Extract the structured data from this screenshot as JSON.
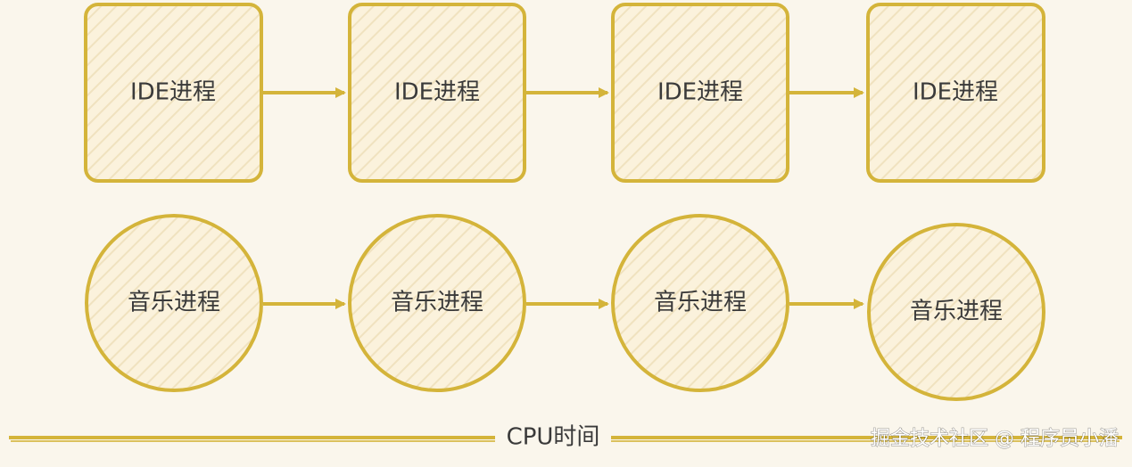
{
  "colors": {
    "background": "#faf6ec",
    "stroke": "#d4b43a",
    "fill": "#fbf2dc",
    "hatch": "#f0e2bf",
    "text": "#3a3a3a"
  },
  "rows": [
    {
      "shape": "rounded-square",
      "nodes": [
        {
          "label": "IDE进程"
        },
        {
          "label": "IDE进程"
        },
        {
          "label": "IDE进程"
        },
        {
          "label": "IDE进程"
        }
      ]
    },
    {
      "shape": "circle",
      "nodes": [
        {
          "label": "音乐进程"
        },
        {
          "label": "音乐进程"
        },
        {
          "label": "音乐进程"
        },
        {
          "label": "音乐进程"
        }
      ]
    }
  ],
  "axis": {
    "label": "CPU时间"
  },
  "watermark": {
    "text": "掘金技术社区 @ 程序员小潘"
  }
}
